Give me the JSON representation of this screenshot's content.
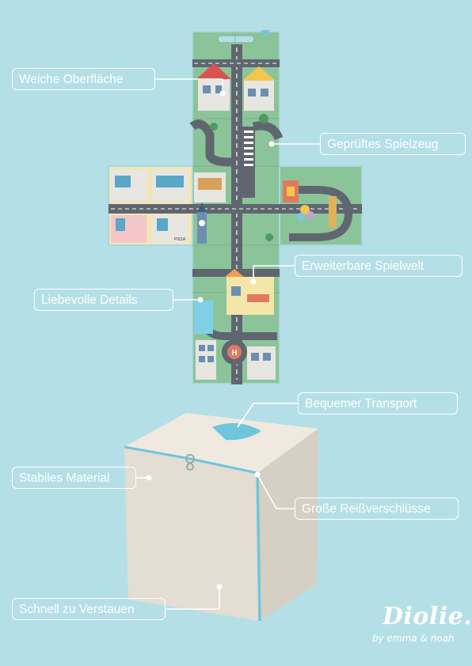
{
  "callouts": {
    "soft_surface": "Weiche Oberfläche",
    "tested_toy": "Geprüftes Spielzeug",
    "expandable_world": "Erweiterbare Spielwelt",
    "loving_details": "Liebevolle Details",
    "easy_transport": "Bequemer Transport",
    "stable_material": "Stabiles Material",
    "large_zippers": "Große Reißverschlüsse",
    "quick_storage": "Schnell zu Verstauen"
  },
  "brand": {
    "name": "Diolie.",
    "tagline": "by emma & noah"
  },
  "map": {
    "sign_text": "PIZZA",
    "hospital_letter": "H"
  },
  "colors": {
    "background": "#b5dfe6",
    "mat_green": "#8cc49a",
    "road": "#5f6670",
    "felt": "#e3ddd3",
    "zipper": "#6fc6dc",
    "label_border": "#ffffff"
  }
}
